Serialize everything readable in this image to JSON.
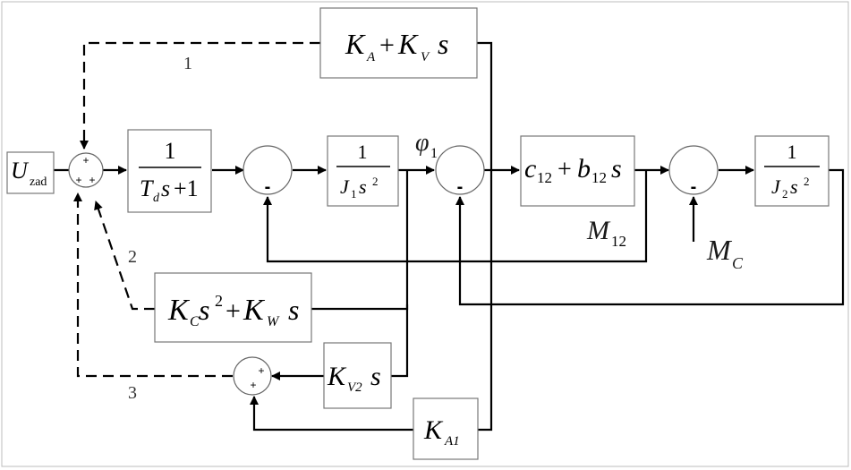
{
  "input": {
    "symbol": "U",
    "subscript": "zad"
  },
  "blocks": {
    "ka_kv": {
      "text": "K_A + K_V s"
    },
    "actuator": {
      "numerator": "1",
      "denominator": "T_d s + 1"
    },
    "plant1": {
      "numerator": "1",
      "denominator": "J_1 s^2"
    },
    "coupling": {
      "text": "c_12 + b_12 s"
    },
    "plant2": {
      "numerator": "1",
      "denominator": "J_2 s^2"
    },
    "kc_kw": {
      "text": "K_C s^2 + K_W s"
    },
    "kv2": {
      "text": "K_V2 s"
    },
    "ka1": {
      "text": "K_A1"
    }
  },
  "summing_junctions": {
    "main": {
      "signs": [
        "+",
        "+",
        "+"
      ]
    },
    "secondary": {
      "signs": [
        "+",
        "+"
      ]
    },
    "minus_sign": "-"
  },
  "signals": {
    "phi1": "φ1",
    "m12": "M12",
    "mc": "MC"
  },
  "feedback_paths": [
    "1",
    "2",
    "3"
  ]
}
